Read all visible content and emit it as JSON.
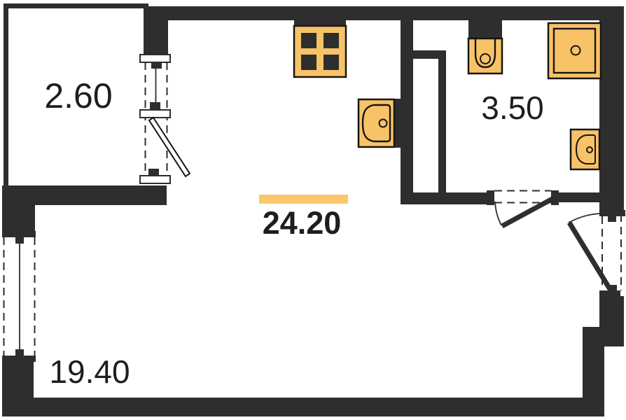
{
  "plan": {
    "rooms": {
      "balcony": {
        "area": "2.60"
      },
      "bathroom": {
        "area": "3.50"
      },
      "kitchen_living": {
        "area": "24.20"
      },
      "living": {
        "area": "19.40"
      }
    },
    "highlighted_room": "kitchen_living",
    "colors": {
      "wall": "#2e2e2e",
      "fixture_fill": "#F8C266",
      "fixture_stroke": "#161616",
      "accent_bar": "#FAC76D",
      "background": "#ffffff",
      "label_text": "#1e1e1e"
    },
    "fixtures": [
      {
        "icon": "stove-icon"
      },
      {
        "icon": "kitchen-sink-icon"
      },
      {
        "icon": "toilet-icon"
      },
      {
        "icon": "shower-icon"
      },
      {
        "icon": "bathroom-sink-icon"
      }
    ]
  }
}
